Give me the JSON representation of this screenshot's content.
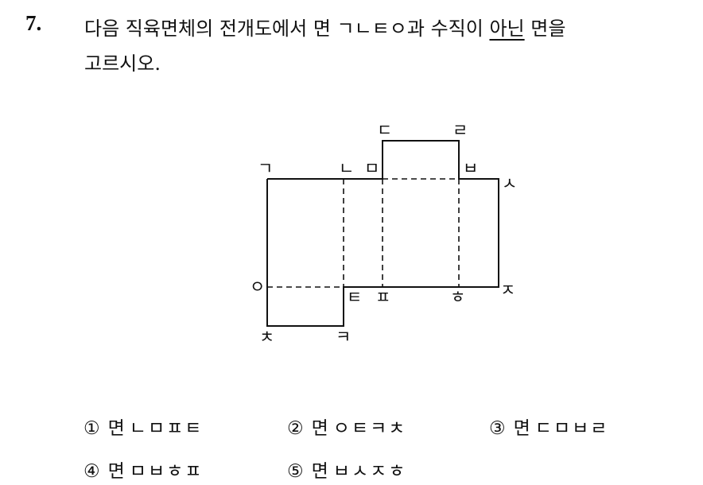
{
  "question": {
    "number": "7.",
    "line1_before": "다음 직육면체의 전개도에서 면 ㄱㄴㅌㅇ과 수직이 ",
    "line1_underlined": "아닌",
    "line1_after": " 면을",
    "line2": "고르시오."
  },
  "figure": {
    "labels": {
      "giyeok": "ㄱ",
      "nieun": "ㄴ",
      "mieum": "ㅁ",
      "digeut": "ㄷ",
      "rieul": "ㄹ",
      "bieup": "ㅂ",
      "siot": "ㅅ",
      "ieung": "ㅇ",
      "tieut": "ㅌ",
      "pieup": "ㅍ",
      "hieut": "ㅎ",
      "jieut": "ㅈ",
      "chieut": "ㅊ",
      "kieuk": "ㅋ"
    }
  },
  "choices": [
    {
      "num": "①",
      "prefix": "면",
      "face": "ㄴㅁㅍㅌ"
    },
    {
      "num": "②",
      "prefix": "면",
      "face": "ㅇㅌㅋㅊ"
    },
    {
      "num": "③",
      "prefix": "면",
      "face": "ㄷㅁㅂㄹ"
    },
    {
      "num": "④",
      "prefix": "면",
      "face": "ㅁㅂㅎㅍ"
    },
    {
      "num": "⑤",
      "prefix": "면",
      "face": "ㅂㅅㅈㅎ"
    }
  ]
}
